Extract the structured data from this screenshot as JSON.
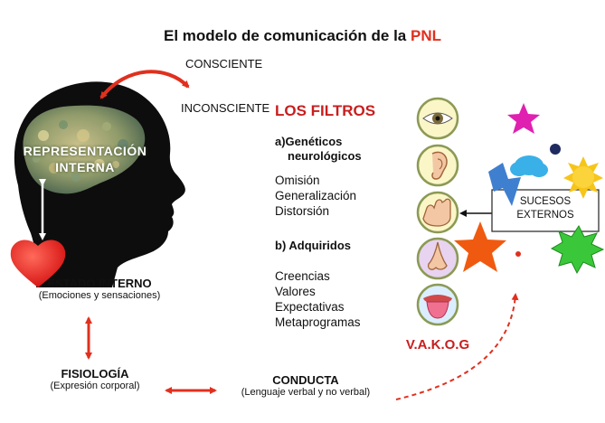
{
  "title": {
    "prefix": "El modelo de comunicación de la ",
    "accent": "PNL"
  },
  "mind": {
    "conscious": "CONSCIENTE",
    "unconscious": "INCONSCIENTE"
  },
  "representation": {
    "line1": "REPRESENTACIÓN",
    "line2": "INTERNA"
  },
  "internal_state": {
    "title": "ESTADO INTERNO",
    "subtitle": "(Emociones y sensaciones)"
  },
  "physiology": {
    "title": "FISIOLOGÍA",
    "subtitle": "(Expresión corporal)"
  },
  "behavior": {
    "title": "CONDUCTA",
    "subtitle": "(Lenguaje verbal y no verbal)"
  },
  "filters": {
    "heading": "LOS FILTROS",
    "genetic": {
      "line1": "a)Genéticos",
      "line2": "neurológicos",
      "items": [
        "Omisión",
        "Generalización",
        "Distorsión"
      ]
    },
    "acquired": {
      "heading": "b) Adquiridos",
      "items": [
        "Creencias",
        "Valores",
        "Expectativas",
        "Metaprogramas"
      ]
    }
  },
  "senses": {
    "label": "V.A.K.O.G",
    "icons": [
      "eye-icon",
      "ear-icon",
      "hand-icon",
      "nose-icon",
      "tongue-icon"
    ]
  },
  "external_events": {
    "line1": "SUCESOS",
    "line2": "EXTERNOS"
  },
  "colors": {
    "accent_red": "#e0301e",
    "circle_fill": "#fbf6c8",
    "circle_border": "#8b9a55",
    "star_magenta": "#e020b0",
    "star_orange": "#f05a10",
    "cloud_blue": "#3ab0e8",
    "sun_yellow": "#f7c51a",
    "burst_green": "#3ac83a",
    "lightning_blue": "#3f7fd0",
    "dot_navy": "#1f2a60"
  }
}
